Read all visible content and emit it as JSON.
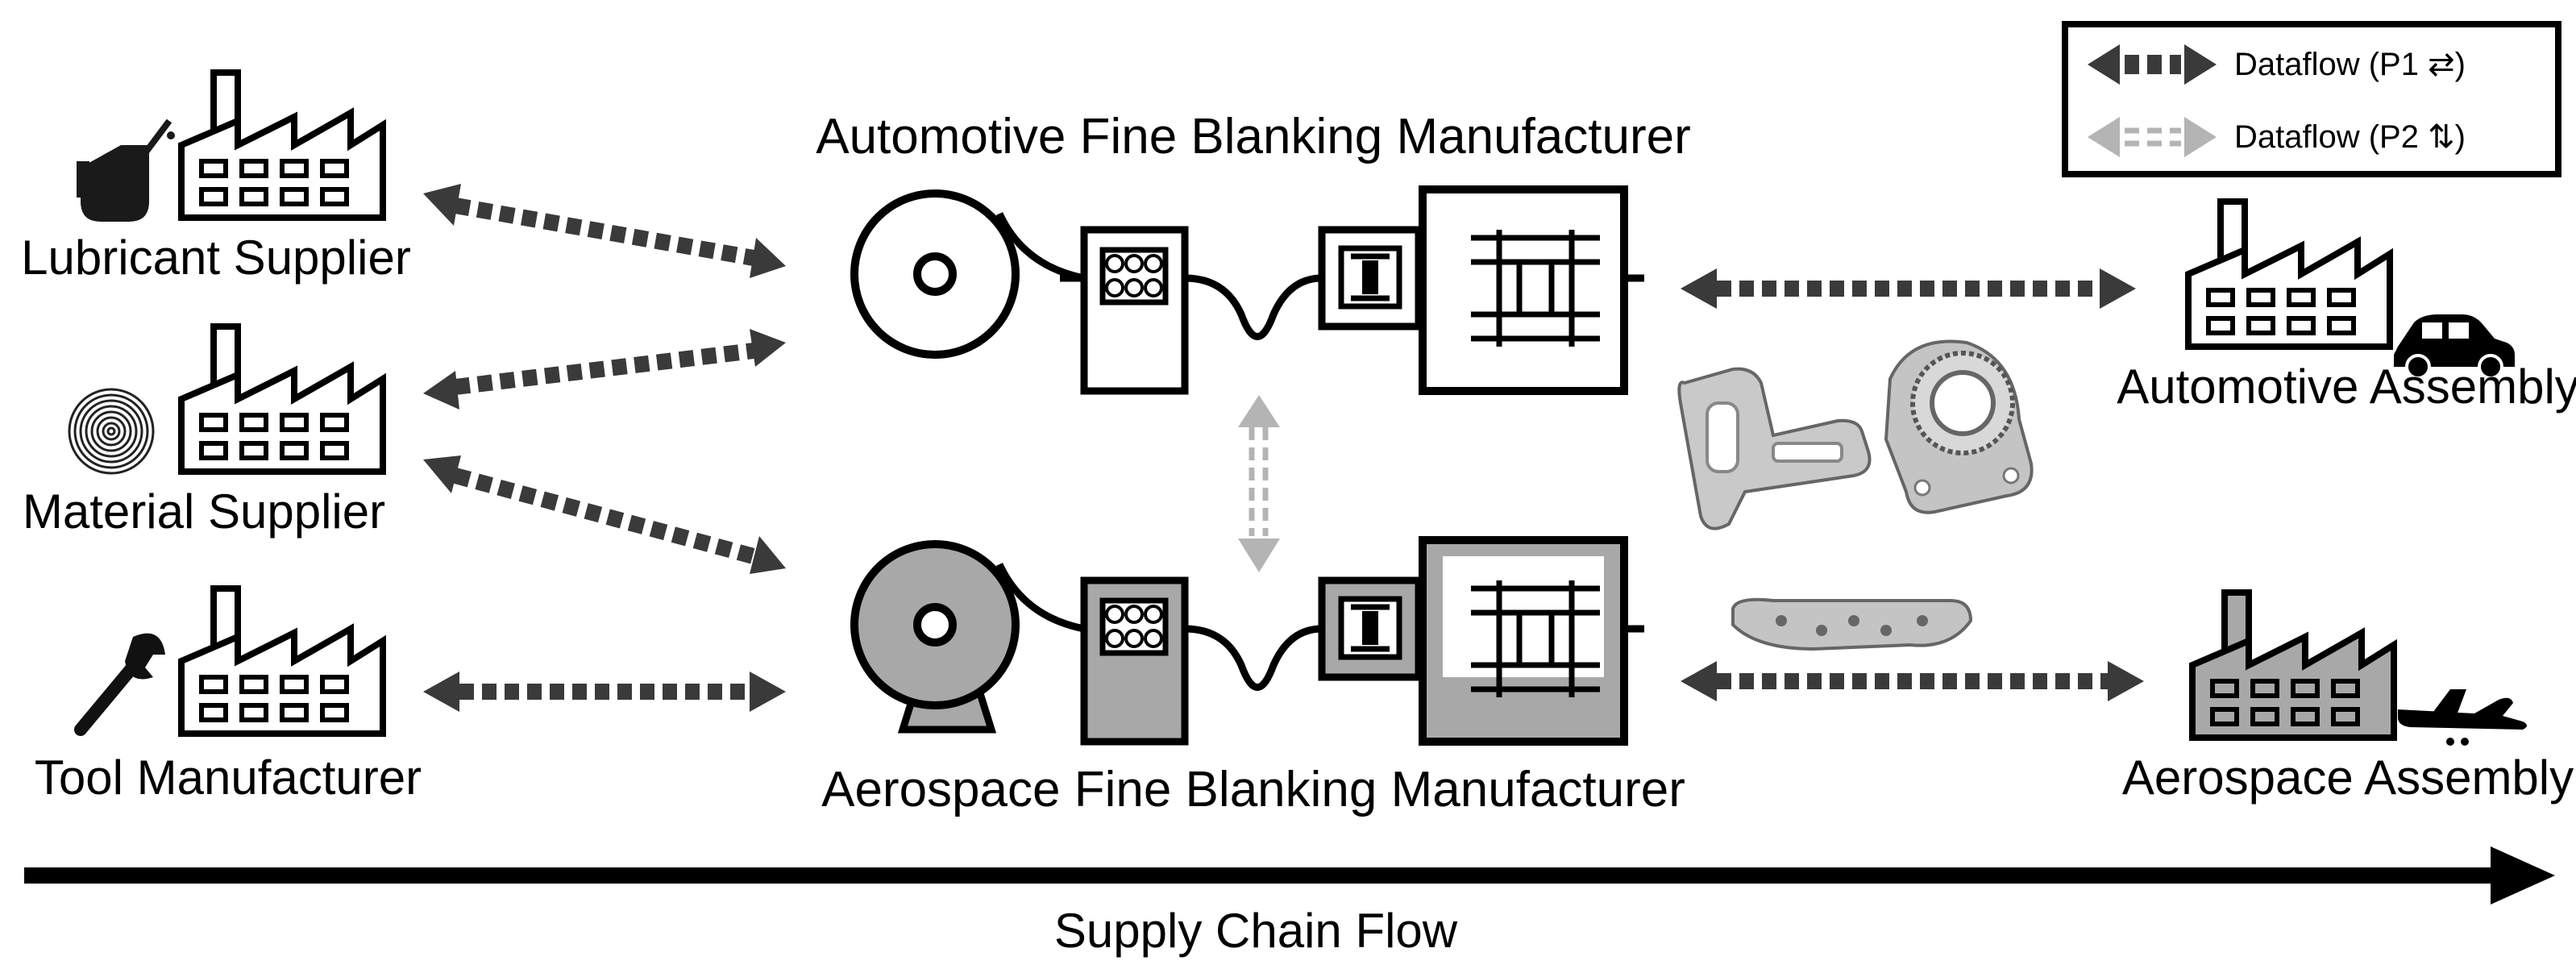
{
  "legend": {
    "p1_label": "Dataflow (P1 ⇄)",
    "p2_label": "Dataflow (P2 ⇅)"
  },
  "suppliers": {
    "lubricant": "Lubricant Supplier",
    "material": "Material Supplier",
    "tool": "Tool Manufacturer"
  },
  "manufacturers": {
    "automotive": "Automotive Fine Blanking Manufacturer",
    "aerospace": "Aerospace Fine Blanking Manufacturer"
  },
  "assemblies": {
    "automotive": "Automotive Assembly",
    "aerospace": "Aerospace Assembly"
  },
  "flow_label": "Supply Chain Flow",
  "colors": {
    "p1_arrow": "#3a3a3a",
    "p2_arrow": "#b4b4b4",
    "aerospace_fill": "#a8a8a8",
    "outline": "#000000"
  }
}
